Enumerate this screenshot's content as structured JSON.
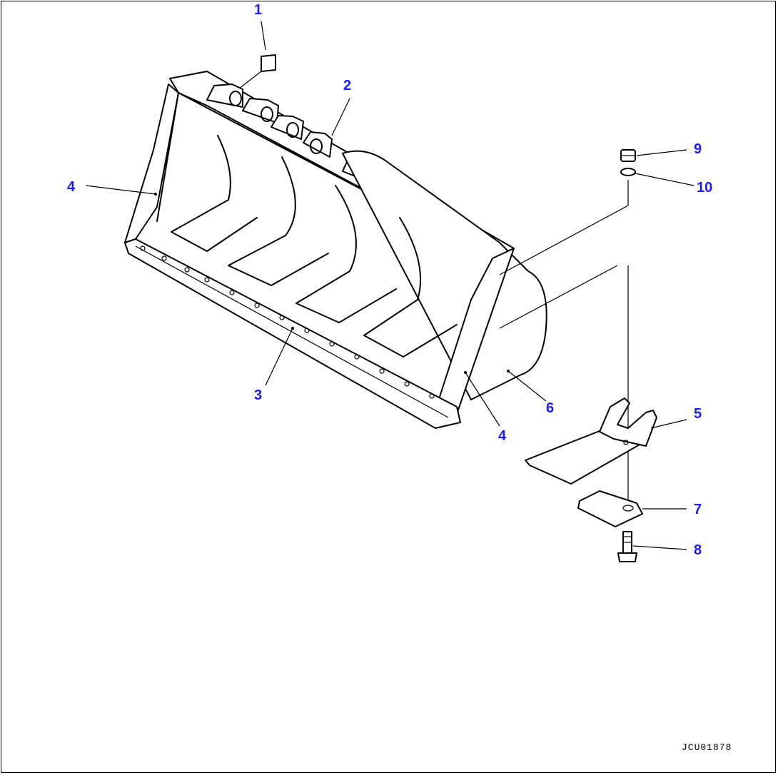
{
  "callouts": [
    {
      "id": "1",
      "label": "1"
    },
    {
      "id": "2",
      "label": "2"
    },
    {
      "id": "3",
      "label": "3"
    },
    {
      "id": "4a",
      "label": "4"
    },
    {
      "id": "4b",
      "label": "4"
    },
    {
      "id": "5",
      "label": "5"
    },
    {
      "id": "6",
      "label": "6"
    },
    {
      "id": "7",
      "label": "7"
    },
    {
      "id": "8",
      "label": "8"
    },
    {
      "id": "9",
      "label": "9"
    },
    {
      "id": "10",
      "label": "10"
    }
  ],
  "drawing_id": "JCU01878",
  "colors": {
    "callout": "#1a1aff",
    "line": "#000000",
    "background": "#ffffff"
  }
}
